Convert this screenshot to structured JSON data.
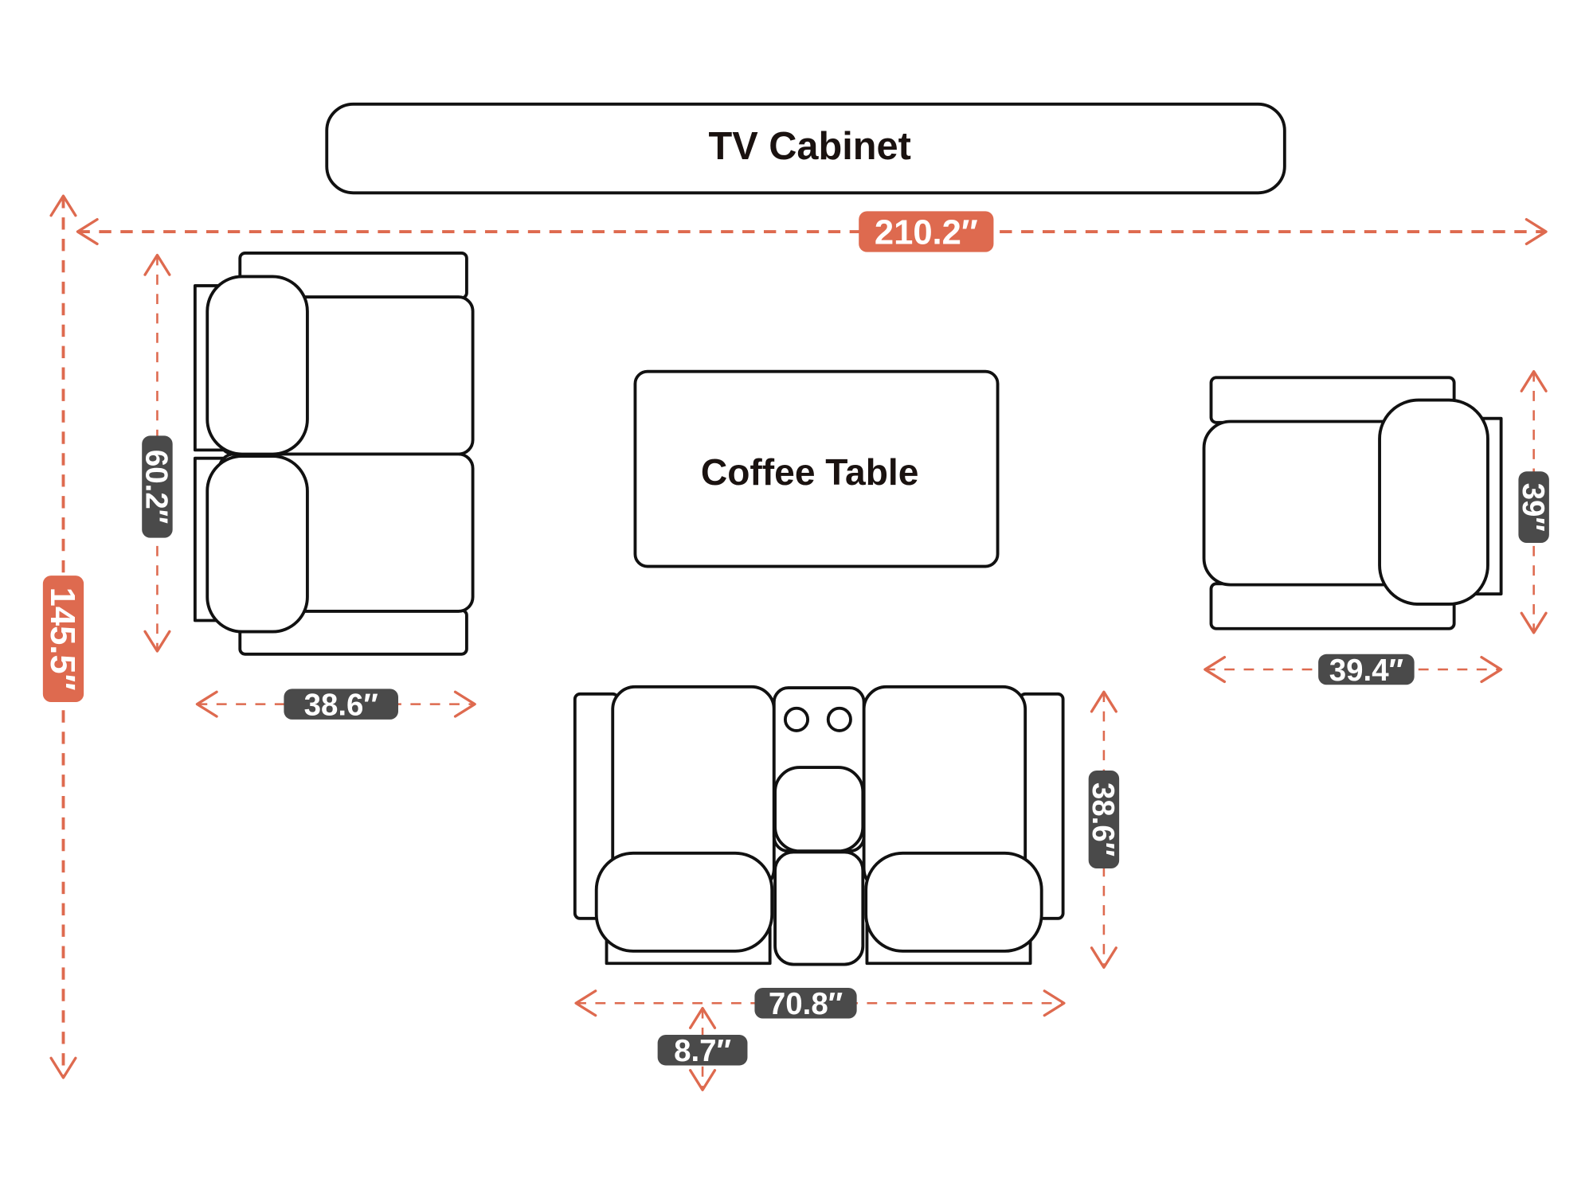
{
  "title": "Living room furniture layout with dimensions",
  "colors": {
    "accent": "#de6a4f",
    "badge_dark": "#4a4a4a",
    "outline": "#111111",
    "label_text": "#1a1210",
    "background": "#ffffff"
  },
  "furniture": {
    "tv_cabinet": {
      "label": "TV Cabinet"
    },
    "coffee_table": {
      "label": "Coffee Table"
    },
    "left_loveseat": {
      "seats": 2
    },
    "right_recliner": {
      "seats": 1
    },
    "front_console_loveseat": {
      "seats": 2,
      "cup_holders": 2
    }
  },
  "dimensions": {
    "overall_width": {
      "value": "210.2″",
      "style": "accent"
    },
    "overall_depth": {
      "value": "145.5″",
      "style": "accent"
    },
    "left_loveseat_length": {
      "value": "60.2″",
      "style": "dark"
    },
    "left_loveseat_depth": {
      "value": "38.6″",
      "style": "dark"
    },
    "recliner_width": {
      "value": "39″",
      "style": "dark"
    },
    "recliner_depth": {
      "value": "39.4″",
      "style": "dark"
    },
    "console_loveseat_width": {
      "value": "70.8″",
      "style": "dark"
    },
    "console_loveseat_depth": {
      "value": "38.6″",
      "style": "dark"
    },
    "gap_to_loveseat": {
      "value": "8.7″",
      "style": "dark"
    }
  }
}
